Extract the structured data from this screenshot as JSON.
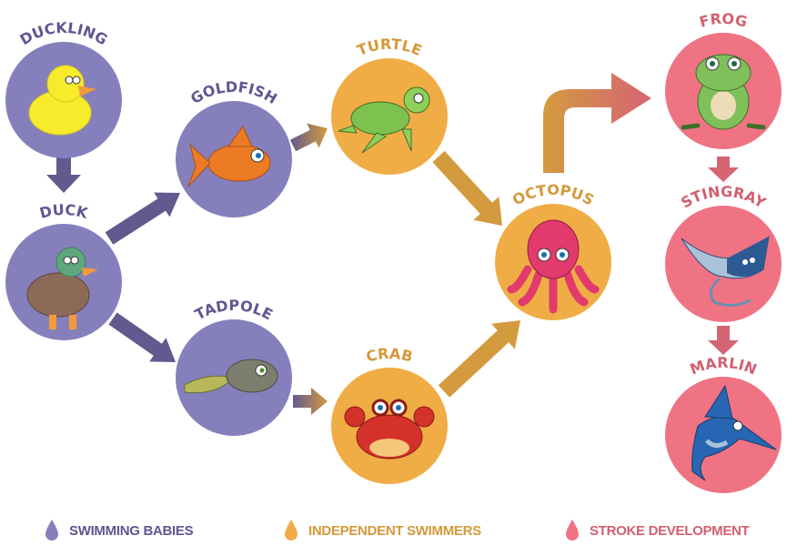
{
  "title": "Swimming progression diagram",
  "colors": {
    "babies": "#8580bb",
    "babies_text": "#5d5791",
    "independent": "#f0ad45",
    "independent_text": "#d4993a",
    "stroke": "#f07384",
    "stroke_text": "#d2606f",
    "arrow_purple": "#625a8e",
    "arrow_gold": "#d49a3e",
    "arrow_pink": "#d56475"
  },
  "nodes": [
    {
      "id": "duckling",
      "label": "DUCKLING",
      "group": "babies",
      "icon": "duckling-icon"
    },
    {
      "id": "duck",
      "label": "DUCK",
      "group": "babies",
      "icon": "duck-icon"
    },
    {
      "id": "goldfish",
      "label": "GOLDFISH",
      "group": "babies",
      "icon": "goldfish-icon"
    },
    {
      "id": "tadpole",
      "label": "TADPOLE",
      "group": "babies",
      "icon": "tadpole-icon"
    },
    {
      "id": "turtle",
      "label": "TURTLE",
      "group": "independent",
      "icon": "turtle-icon"
    },
    {
      "id": "crab",
      "label": "CRAB",
      "group": "independent",
      "icon": "crab-icon"
    },
    {
      "id": "octopus",
      "label": "OCTOPUS",
      "group": "independent",
      "icon": "octopus-icon"
    },
    {
      "id": "frog",
      "label": "FROG",
      "group": "stroke",
      "icon": "frog-icon"
    },
    {
      "id": "stingray",
      "label": "STINGRAY",
      "group": "stroke",
      "icon": "stingray-icon"
    },
    {
      "id": "marlin",
      "label": "MARLIN",
      "group": "stroke",
      "icon": "marlin-icon"
    }
  ],
  "edges": [
    {
      "from": "duckling",
      "to": "duck"
    },
    {
      "from": "duck",
      "to": "goldfish"
    },
    {
      "from": "duck",
      "to": "tadpole"
    },
    {
      "from": "goldfish",
      "to": "turtle"
    },
    {
      "from": "tadpole",
      "to": "crab"
    },
    {
      "from": "turtle",
      "to": "octopus"
    },
    {
      "from": "crab",
      "to": "octopus"
    },
    {
      "from": "octopus",
      "to": "frog"
    },
    {
      "from": "frog",
      "to": "stingray"
    },
    {
      "from": "stingray",
      "to": "marlin"
    }
  ],
  "legend": [
    {
      "label": "SWIMMING BABIES",
      "group": "babies"
    },
    {
      "label": "INDEPENDENT SWIMMERS",
      "group": "independent"
    },
    {
      "label": "STROKE DEVELOPMENT",
      "group": "stroke"
    }
  ]
}
